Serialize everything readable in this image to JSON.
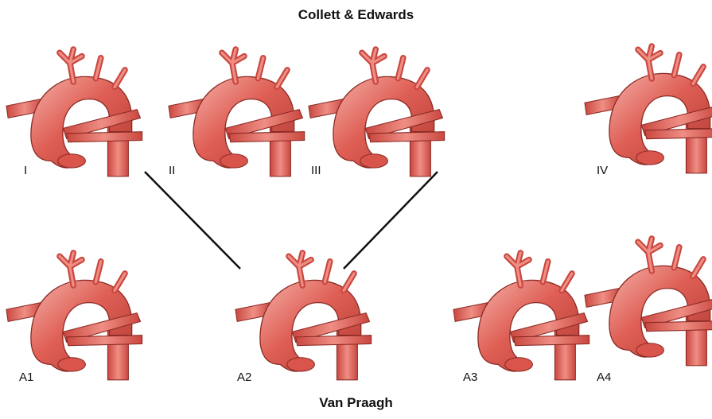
{
  "top_title": "Collett & Edwards",
  "bottom_title": "Van Praagh",
  "top_labels": [
    "I",
    "II",
    "III",
    "IV"
  ],
  "bottom_labels": [
    "A1",
    "A2",
    "A3",
    "A4"
  ],
  "colors": {
    "vessel_fill": "#df5f55",
    "vessel_dark": "#b13a33",
    "vessel_light": "#f3aaa2",
    "outline": "#8c2a25",
    "connector": "#111111"
  }
}
